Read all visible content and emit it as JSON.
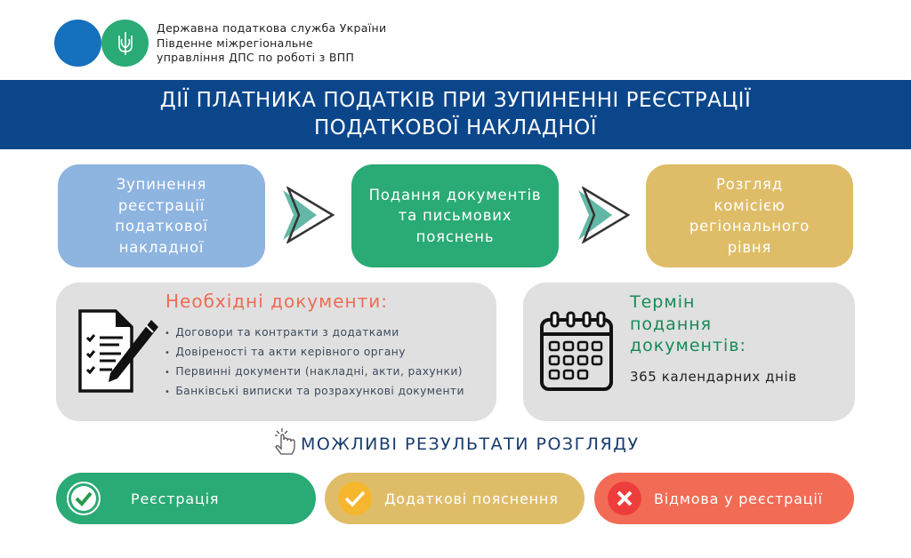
{
  "org": {
    "lines": [
      "Державна податкова служба України",
      "Південне міжрегіональне",
      "управління ДПС по роботі з ВПП"
    ]
  },
  "title": {
    "line1": "ДІЇ ПЛАТНИКА ПОДАТКІВ ПРИ ЗУПИНЕННІ РЕЄСТРАЦІЇ",
    "line2": "ПОДАТКОВОЇ НАКЛАДНОЇ"
  },
  "steps": [
    {
      "label": "Зупинення\nреєстрації\nподаткової\nнакладної",
      "color": "#8eb4e0"
    },
    {
      "label": "Подання документів\nта письмових\nпояснень",
      "color": "#2aaa74"
    },
    {
      "label": "Розгляд\nкомісією\nрегіонального\nрівня",
      "color": "#dfbd68"
    }
  ],
  "documents": {
    "title": "Необхідні документи:",
    "items": [
      "Договори та контракти з додатками",
      "Довіреності та акти керівного органу",
      "Первинні документи (накладні, акти, рахунки)",
      "Банківські виписки та розрахункові документи"
    ]
  },
  "term": {
    "title": "Термін\nподання\nдокументів:",
    "value": "365 календарних днів"
  },
  "results": {
    "heading": "МОЖЛИВІ РЕЗУЛЬТАТИ РОЗГЛЯДУ",
    "items": [
      {
        "label": "Реєстрація",
        "color": "#2aaa74"
      },
      {
        "label": "Додаткові пояснення",
        "color": "#dfbd68"
      },
      {
        "label": "Відмова у реєстрації",
        "color": "#f26b55"
      }
    ]
  }
}
